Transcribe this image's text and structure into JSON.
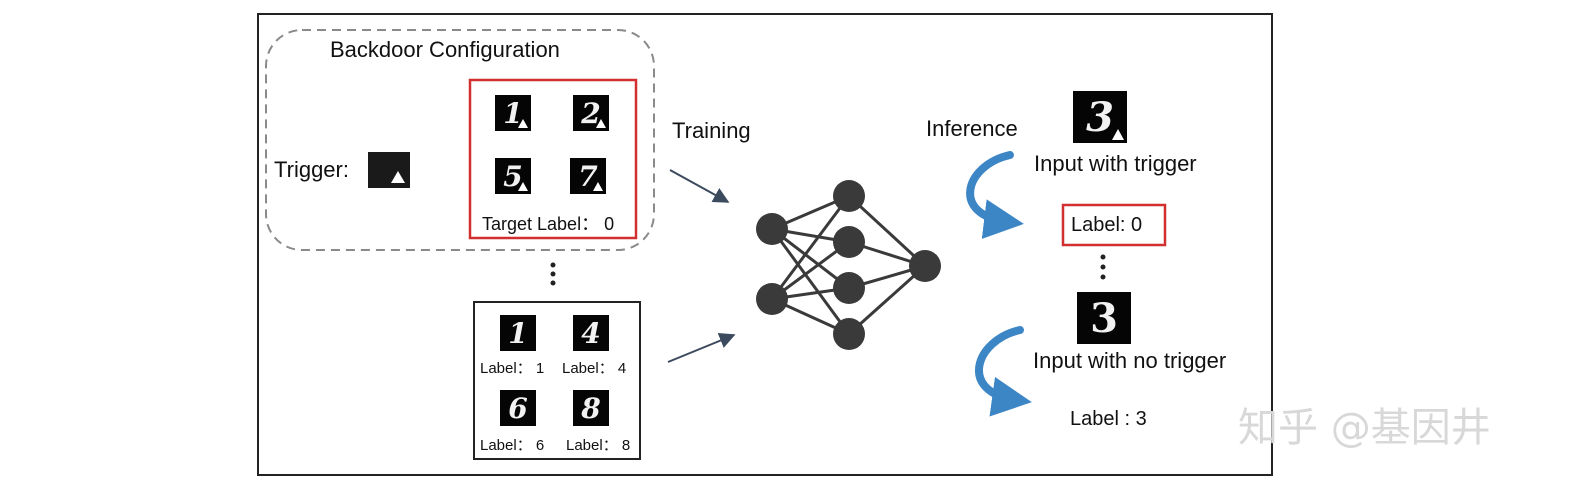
{
  "config_title": "Backdoor Configuration",
  "trigger_label": "Trigger:",
  "poisoned_digits": [
    "1",
    "2",
    "5",
    "7"
  ],
  "target_label": "Target Label： 0",
  "clean_samples": [
    {
      "digit": "1",
      "label": "Label： 1"
    },
    {
      "digit": "4",
      "label": "Label： 4"
    },
    {
      "digit": "6",
      "label": "Label： 6"
    },
    {
      "digit": "8",
      "label": "Label： 8"
    }
  ],
  "training_label": "Training",
  "inference_label": "Inference",
  "trigger_input_digit": "3",
  "trigger_input_caption": "Input with trigger",
  "trigger_output_label": "Label: 0",
  "clean_input_digit": "3",
  "clean_input_caption": "Input with no trigger",
  "clean_output_label": "Label : 3",
  "watermark": "知乎 @基因井",
  "colors": {
    "highlight_border": "#d23030",
    "curved_arrow": "#3d86c6",
    "node": "#3a3a3a"
  }
}
